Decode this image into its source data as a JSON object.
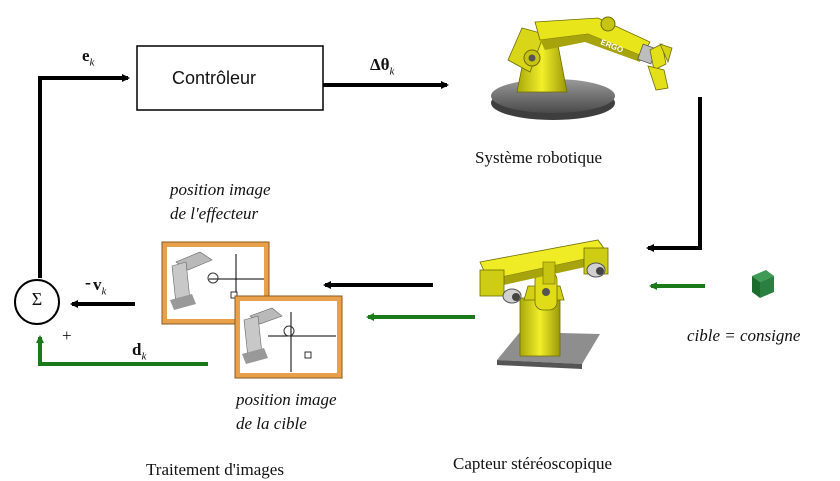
{
  "diagram": {
    "controller_label": "Contrôleur",
    "sum_symbol": "Σ",
    "error_signal": {
      "main": "e",
      "sub": "k"
    },
    "delta_theta": {
      "main": "Δθ",
      "sub": "k"
    },
    "current_image_signal": {
      "main": "v",
      "sub": "k"
    },
    "desired_image_signal": {
      "main": "d",
      "sub": "k"
    },
    "minus_sign": "-",
    "plus_sign": "+",
    "robot_caption": "Système robotique",
    "sensor_caption": "Capteur stéréoscopique",
    "processing_caption": "Traitement d'images",
    "effector_position_label": [
      "position image",
      "de l'effecteur"
    ],
    "target_position_label": [
      "position image",
      "de la cible"
    ],
    "target_label": "cible = consigne",
    "robot_brand_text": "ERGO"
  },
  "colors": {
    "feedback_arrow": "#000000",
    "target_arrow": "#1a7a1a",
    "robot_yellow": "#e8e51a",
    "frame_orange": "#e8a04a",
    "target_cube": "#1e6b2e"
  }
}
